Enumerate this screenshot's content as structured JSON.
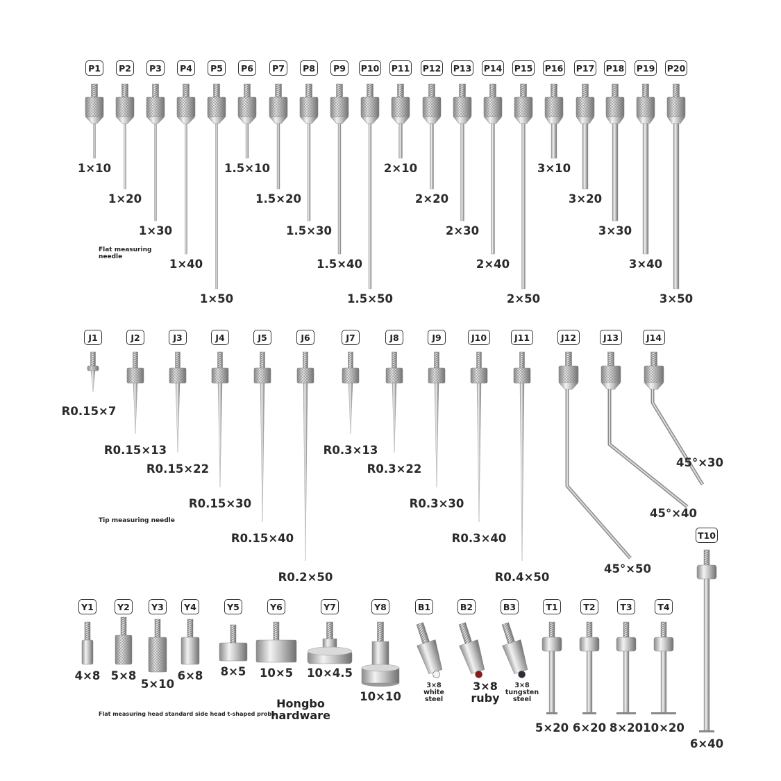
{
  "colors": {
    "metal_light": "#e6e6e6",
    "metal_mid": "#b9b9b9",
    "metal_dark": "#7a7a7a",
    "ruby": "#8b1a1a",
    "tungsten": "#2b2f3a",
    "badge_border": "#333333"
  },
  "flat_needles": {
    "caption": [
      "Flat measuring",
      "needle"
    ],
    "items": [
      {
        "code": "P1",
        "dim": "1×10",
        "d": 1,
        "len": 10
      },
      {
        "code": "P2",
        "dim": "1×20",
        "d": 1,
        "len": 20
      },
      {
        "code": "P3",
        "dim": "1×30",
        "d": 1,
        "len": 30
      },
      {
        "code": "P4",
        "dim": "1×40",
        "d": 1,
        "len": 40
      },
      {
        "code": "P5",
        "dim": "1×50",
        "d": 1,
        "len": 50
      },
      {
        "code": "P6",
        "dim": "1.5×10",
        "d": 1.5,
        "len": 10
      },
      {
        "code": "P7",
        "dim": "1.5×20",
        "d": 1.5,
        "len": 20
      },
      {
        "code": "P8",
        "dim": "1.5×30",
        "d": 1.5,
        "len": 30
      },
      {
        "code": "P9",
        "dim": "1.5×40",
        "d": 1.5,
        "len": 40
      },
      {
        "code": "P10",
        "dim": "1.5×50",
        "d": 1.5,
        "len": 50
      },
      {
        "code": "P11",
        "dim": "2×10",
        "d": 2,
        "len": 10
      },
      {
        "code": "P12",
        "dim": "2×20",
        "d": 2,
        "len": 20
      },
      {
        "code": "P13",
        "dim": "2×30",
        "d": 2,
        "len": 30
      },
      {
        "code": "P14",
        "dim": "2×40",
        "d": 2,
        "len": 40
      },
      {
        "code": "P15",
        "dim": "2×50",
        "d": 2,
        "len": 50
      },
      {
        "code": "P16",
        "dim": "3×10",
        "d": 3,
        "len": 10
      },
      {
        "code": "P17",
        "dim": "3×20",
        "d": 3,
        "len": 20
      },
      {
        "code": "P18",
        "dim": "3×30",
        "d": 3,
        "len": 30
      },
      {
        "code": "P19",
        "dim": "3×40",
        "d": 3,
        "len": 40
      },
      {
        "code": "P20",
        "dim": "3×50",
        "d": 3,
        "len": 50
      }
    ]
  },
  "tip_needles": {
    "caption": "Tip measuring needle",
    "items": [
      {
        "code": "J1",
        "dim": "R0.15×7",
        "len": 7
      },
      {
        "code": "J2",
        "dim": "R0.15×13",
        "len": 13
      },
      {
        "code": "J3",
        "dim": "R0.15×22",
        "len": 22
      },
      {
        "code": "J4",
        "dim": "R0.15×30",
        "len": 30
      },
      {
        "code": "J5",
        "dim": "R0.15×40",
        "len": 40
      },
      {
        "code": "J6",
        "dim": "R0.2×50",
        "len": 50
      },
      {
        "code": "J7",
        "dim": "R0.3×13",
        "len": 13
      },
      {
        "code": "J8",
        "dim": "R0.3×22",
        "len": 22
      },
      {
        "code": "J9",
        "dim": "R0.3×30",
        "len": 30
      },
      {
        "code": "J10",
        "dim": "R0.3×40",
        "len": 40
      },
      {
        "code": "J11",
        "dim": "R0.4×50",
        "len": 50
      },
      {
        "code": "J12",
        "dim": "45°×50",
        "len": 50,
        "bent": true
      },
      {
        "code": "J13",
        "dim": "45°×40",
        "len": 40,
        "bent": true
      },
      {
        "code": "J14",
        "dim": "45°×30",
        "len": 30,
        "bent": true
      }
    ]
  },
  "heads": {
    "caption": "Flat measuring head standard side head t-shaped probe",
    "brand": [
      "Hongbo",
      "hardware"
    ],
    "items": [
      {
        "code": "Y1",
        "dim": "4×8"
      },
      {
        "code": "Y2",
        "dim": "5×8"
      },
      {
        "code": "Y3",
        "dim": "5×10"
      },
      {
        "code": "Y4",
        "dim": "6×8"
      },
      {
        "code": "Y5",
        "dim": "8×5"
      },
      {
        "code": "Y6",
        "dim": "10×5"
      },
      {
        "code": "Y7",
        "dim": "10×4.5"
      },
      {
        "code": "Y8",
        "dim": "10×10"
      }
    ]
  },
  "balls": {
    "items": [
      {
        "code": "B1",
        "dim": "3×8",
        "material": [
          "white",
          "steel"
        ]
      },
      {
        "code": "B2",
        "dim": "3×8",
        "material": [
          "ruby"
        ]
      },
      {
        "code": "B3",
        "dim": "3×8",
        "material": [
          "tungsten",
          "steel"
        ]
      }
    ]
  },
  "t_probes": {
    "items": [
      {
        "code": "T1",
        "dim": "5×20"
      },
      {
        "code": "T2",
        "dim": "6×20"
      },
      {
        "code": "T3",
        "dim": "8×20"
      },
      {
        "code": "T4",
        "dim": "10×20"
      },
      {
        "code": "T10",
        "dim": "6×40"
      }
    ]
  }
}
